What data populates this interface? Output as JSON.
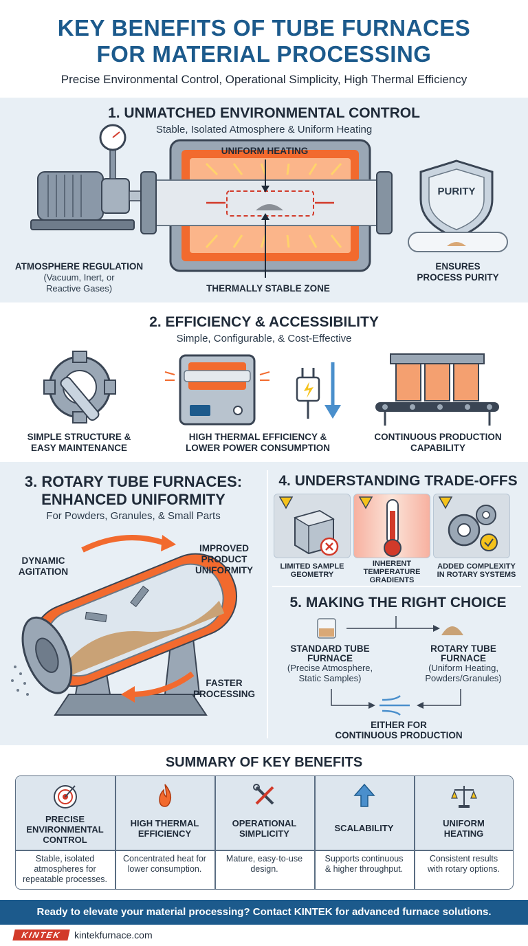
{
  "header": {
    "title_line1": "KEY BENEFITS OF TUBE FURNACES",
    "title_line2": "FOR MATERIAL PROCESSING",
    "subtitle": "Precise Environmental Control, Operational Simplicity, High Thermal Efficiency"
  },
  "section1": {
    "title": "1. UNMATCHED ENVIRONMENTAL CONTROL",
    "subtitle": "Stable, Isolated Atmosphere & Uniform Heating",
    "label_uniform": "UNIFORM HEATING",
    "label_stable": "THERMALLY STABLE ZONE",
    "label_atmo": "ATMOSPHERE REGULATION",
    "label_atmo_sub1": "(Vacuum, Inert, or",
    "label_atmo_sub2": "Reactive Gases)",
    "shield_text": "PURITY",
    "label_purity1": "ENSURES",
    "label_purity2": "PROCESS PURITY"
  },
  "section2": {
    "title": "2. EFFICIENCY & ACCESSIBILITY",
    "subtitle": "Simple, Configurable, & Cost-Effective",
    "item1_l1": "SIMPLE STRUCTURE &",
    "item1_l2": "EASY MAINTENANCE",
    "item2_l1": "HIGH THERMAL EFFICIENCY &",
    "item2_l2": "LOWER POWER CONSUMPTION",
    "item3_l1": "CONTINUOUS PRODUCTION",
    "item3_l2": "CAPABILITY"
  },
  "section3": {
    "title_l1": "3. ROTARY TUBE FURNACES:",
    "title_l2": "ENHANCED UNIFORMITY",
    "subtitle": "For Powders, Granules, & Small Parts",
    "label_dyn1": "DYNAMIC",
    "label_dyn2": "AGITATION",
    "label_imp1": "IMPROVED",
    "label_imp2": "PRODUCT",
    "label_imp3": "UNIFORMITY",
    "label_fast1": "FASTER",
    "label_fast2": "PROCESSING"
  },
  "section4": {
    "title": "4. UNDERSTANDING TRADE-OFFS",
    "c1_l1": "LIMITED SAMPLE",
    "c1_l2": "GEOMETRY",
    "c2_l1": "INHERENT",
    "c2_l2": "TEMPERATURE",
    "c2_l3": "GRADIENTS",
    "c3_l1": "ADDED COMPLEXITY",
    "c3_l2": "IN ROTARY SYSTEMS"
  },
  "section5": {
    "title": "5. MAKING THE RIGHT CHOICE",
    "std_l1": "STANDARD TUBE",
    "std_l2": "FURNACE",
    "std_s1": "(Precise Atmosphere,",
    "std_s2": "Static Samples)",
    "rot_l1": "ROTARY TUBE",
    "rot_l2": "FURNACE",
    "rot_s1": "(Uniform Heating,",
    "rot_s2": "Powders/Granules)",
    "either_l1": "EITHER FOR",
    "either_l2": "CONTINUOUS PRODUCTION"
  },
  "summary": {
    "title": "SUMMARY OF KEY BENEFITS",
    "cols": [
      {
        "h1": "PRECISE",
        "h2": "ENVIRONMENTAL",
        "h3": "CONTROL",
        "d1": "Stable, isolated",
        "d2": "atmospheres for",
        "d3": "repeatable processes."
      },
      {
        "h1": "HIGH THERMAL",
        "h2": "EFFICIENCY",
        "h3": "",
        "d1": "Concentrated heat for",
        "d2": "lower consumption.",
        "d3": ""
      },
      {
        "h1": "OPERATIONAL",
        "h2": "SIMPLICITY",
        "h3": "",
        "d1": "Mature, easy-to-use",
        "d2": "design.",
        "d3": ""
      },
      {
        "h1": "SCALABILITY",
        "h2": "",
        "h3": "",
        "d1": "Supports continuous",
        "d2": "& higher throughput.",
        "d3": ""
      },
      {
        "h1": "UNIFORM",
        "h2": "HEATING",
        "h3": "",
        "d1": "Consistent results",
        "d2": "with rotary options.",
        "d3": ""
      }
    ]
  },
  "footer": {
    "cta": "Ready to elevate your material processing? Contact KINTEK for advanced furnace solutions.",
    "logo": "KINTEK",
    "website": "kintekfurnace.com"
  },
  "colors": {
    "title_blue": "#1c5a8c",
    "band_light": "#e8eff5",
    "heat_orange": "#f26a2e",
    "warning_yellow": "#f5c21b"
  }
}
